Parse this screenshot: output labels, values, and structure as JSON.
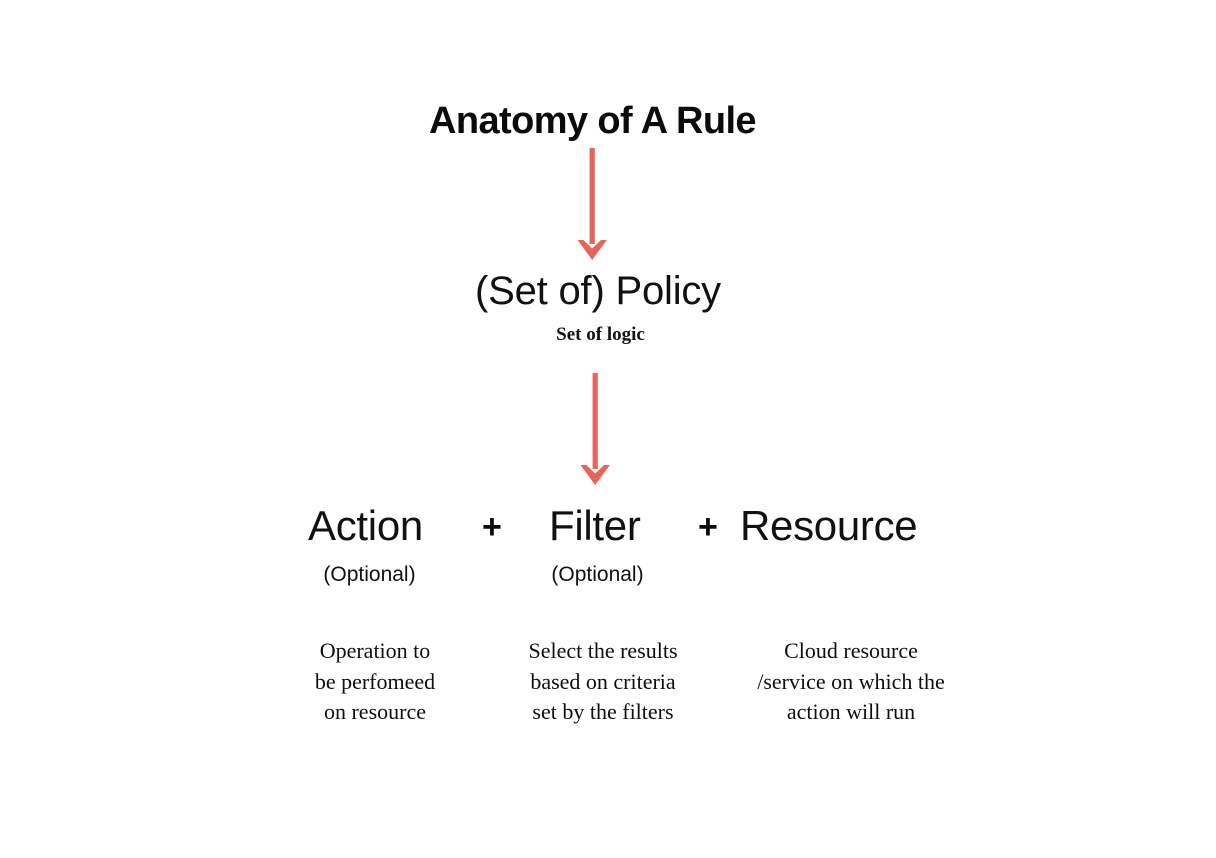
{
  "slide": {
    "title": "Anatomy of A Rule",
    "background_color": "#ffffff",
    "text_color": "#111111",
    "accent_color": "#E8645A"
  },
  "policy": {
    "label": "(Set of) Policy",
    "subtitle": "Set of logic"
  },
  "arrows": {
    "arrow_1_name": "arrow-title-to-policy",
    "arrow_2_name": "arrow-policy-to-components",
    "color": "#E8645A",
    "direction": "down"
  },
  "components": [
    {
      "name": "action",
      "label": "Action",
      "optional_label": "(Optional)",
      "is_optional": true,
      "description_lines": [
        "Operation to",
        "be perfomeed",
        "on resource"
      ]
    },
    {
      "name": "filter",
      "label": "Filter",
      "optional_label": "(Optional)",
      "is_optional": true,
      "description_lines": [
        "Select the results",
        "based on criteria",
        "set by the filters"
      ]
    },
    {
      "name": "resource",
      "label": "Resource",
      "optional_label": "",
      "is_optional": false,
      "description_lines": [
        "Cloud resource",
        "/service on which the",
        "action will run"
      ]
    }
  ],
  "operators": {
    "plus_1": "+",
    "plus_2": "+"
  }
}
